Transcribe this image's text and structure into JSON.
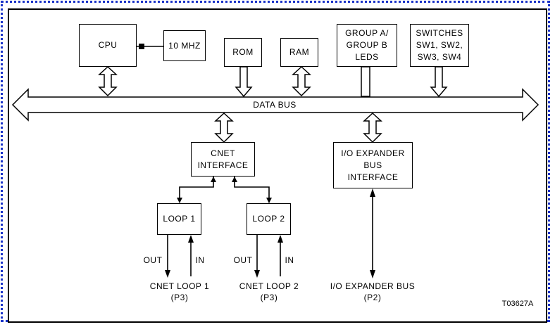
{
  "diagram": {
    "boxes": {
      "cpu": "CPU",
      "clock": "10 MHZ",
      "rom": "ROM",
      "ram": "RAM",
      "leds": "GROUP A/\nGROUP B\nLEDS",
      "switches": "SWITCHES\nSW1, SW2,\nSW3, SW4",
      "cnet_interface": "CNET\nINTERFACE",
      "io_expander_interface": "I/O EXPANDER\nBUS\nINTERFACE",
      "loop1": "LOOP 1",
      "loop2": "LOOP 2"
    },
    "data_bus_label": "DATA BUS",
    "signals": {
      "loop1_out": "OUT",
      "loop1_in": "IN",
      "loop2_out": "OUT",
      "loop2_in": "IN"
    },
    "outputs": {
      "cnet_loop1": "CNET LOOP 1\n(P3)",
      "cnet_loop2": "CNET LOOP 2\n(P3)",
      "io_expander_bus": "I/O EXPANDER BUS\n(P2)"
    },
    "figure_id": "T03627A"
  }
}
